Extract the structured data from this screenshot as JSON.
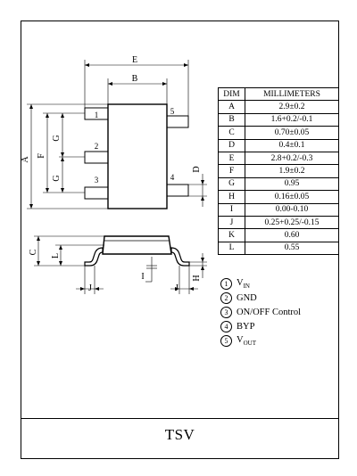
{
  "labels": {
    "E": "E",
    "B": "B",
    "A": "A",
    "F": "F",
    "G": "G",
    "D": "D",
    "C": "C",
    "L": "L",
    "J": "J",
    "I": "I",
    "H": "H",
    "pin1": "1",
    "pin2": "2",
    "pin3": "3",
    "pin4": "4",
    "pin5": "5"
  },
  "table": {
    "headers": [
      "DIM",
      "MILLIMETERS"
    ],
    "rows": [
      [
        "A",
        "2.9±0.2"
      ],
      [
        "B",
        "1.6+0.2/-0.1"
      ],
      [
        "C",
        "0.70±0.05"
      ],
      [
        "D",
        "0.4±0.1"
      ],
      [
        "E",
        "2.8+0.2/-0.3"
      ],
      [
        "F",
        "1.9±0.2"
      ],
      [
        "G",
        "0.95"
      ],
      [
        "H",
        "0.16±0.05"
      ],
      [
        "I",
        "0.00-0.10"
      ],
      [
        "J",
        "0.25+0.25/-0.15"
      ],
      [
        "K",
        "0.60"
      ],
      [
        "L",
        "0.55"
      ]
    ]
  },
  "pins": [
    {
      "num": "1",
      "name": "V",
      "sub": "IN"
    },
    {
      "num": "2",
      "name": "GND",
      "sub": ""
    },
    {
      "num": "3",
      "name": "ON/OFF Control",
      "sub": ""
    },
    {
      "num": "4",
      "name": "BYP",
      "sub": ""
    },
    {
      "num": "5",
      "name": "V",
      "sub": "OUT"
    }
  ],
  "footer": {
    "title": "TSV"
  }
}
